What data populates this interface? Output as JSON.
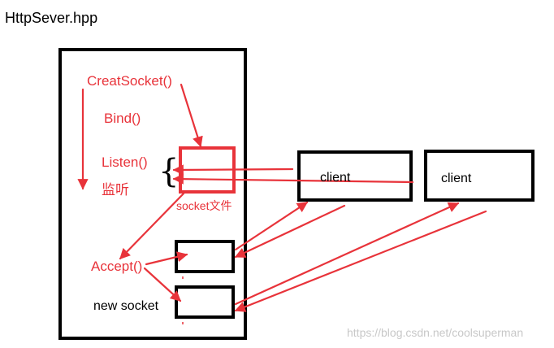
{
  "title": "HttpSever.hpp",
  "steps": {
    "create": "CreatSocket()",
    "bind": "Bind()",
    "listen": "Listen()",
    "listen_cn": "监听",
    "accept": "Accept()"
  },
  "labels": {
    "socket_file": "socket文件",
    "new_socket": "new socket",
    "client_1": "client",
    "client_2": "client"
  },
  "watermark": "https://blog.csdn.net/coolsuperman",
  "colors": {
    "arrow": "#e8333a",
    "box_border": "#000000",
    "highlight_border": "#e8333a",
    "watermark": "#c8c8c8"
  }
}
